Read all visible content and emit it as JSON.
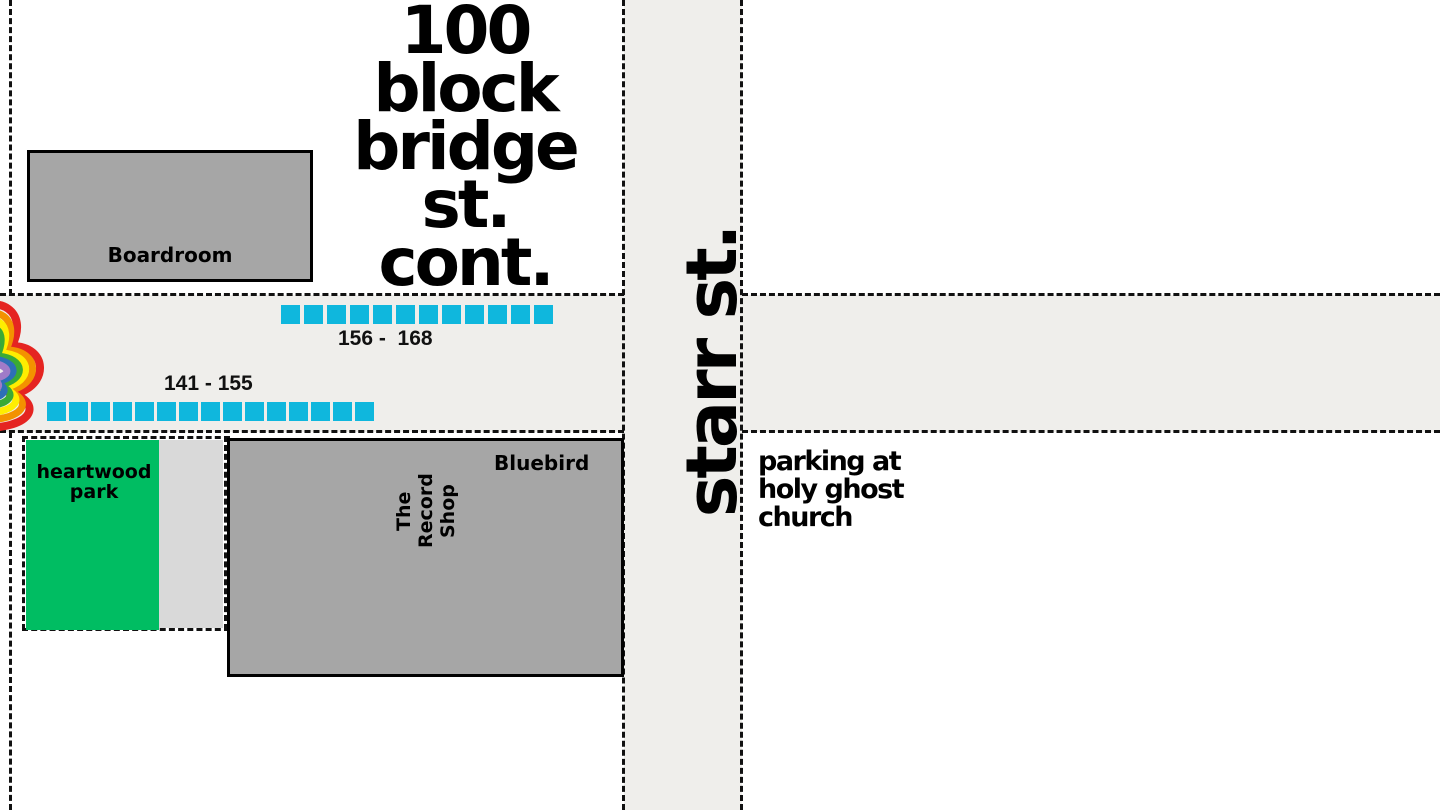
{
  "title": {
    "line1": "100 block",
    "line2": "bridge st.",
    "line3": "cont."
  },
  "streets": {
    "vertical": "starr st."
  },
  "buildings": {
    "boardroom": "Boardroom",
    "record_shop": "The Record Shop",
    "bluebird": "Bluebird"
  },
  "park": {
    "name": "heartwood park"
  },
  "parking": {
    "label": "parking at holy ghost church"
  },
  "address_ranges": {
    "north": "156 -  168",
    "south": "141 - 155"
  },
  "colors": {
    "street": "#efeeeb",
    "building": "#a6a6a6",
    "park": "#00bd62",
    "path": "#d9d9d9",
    "stall": "#0fb7dd"
  },
  "icons": {
    "rainbow": "rainbow-heart-icon"
  }
}
